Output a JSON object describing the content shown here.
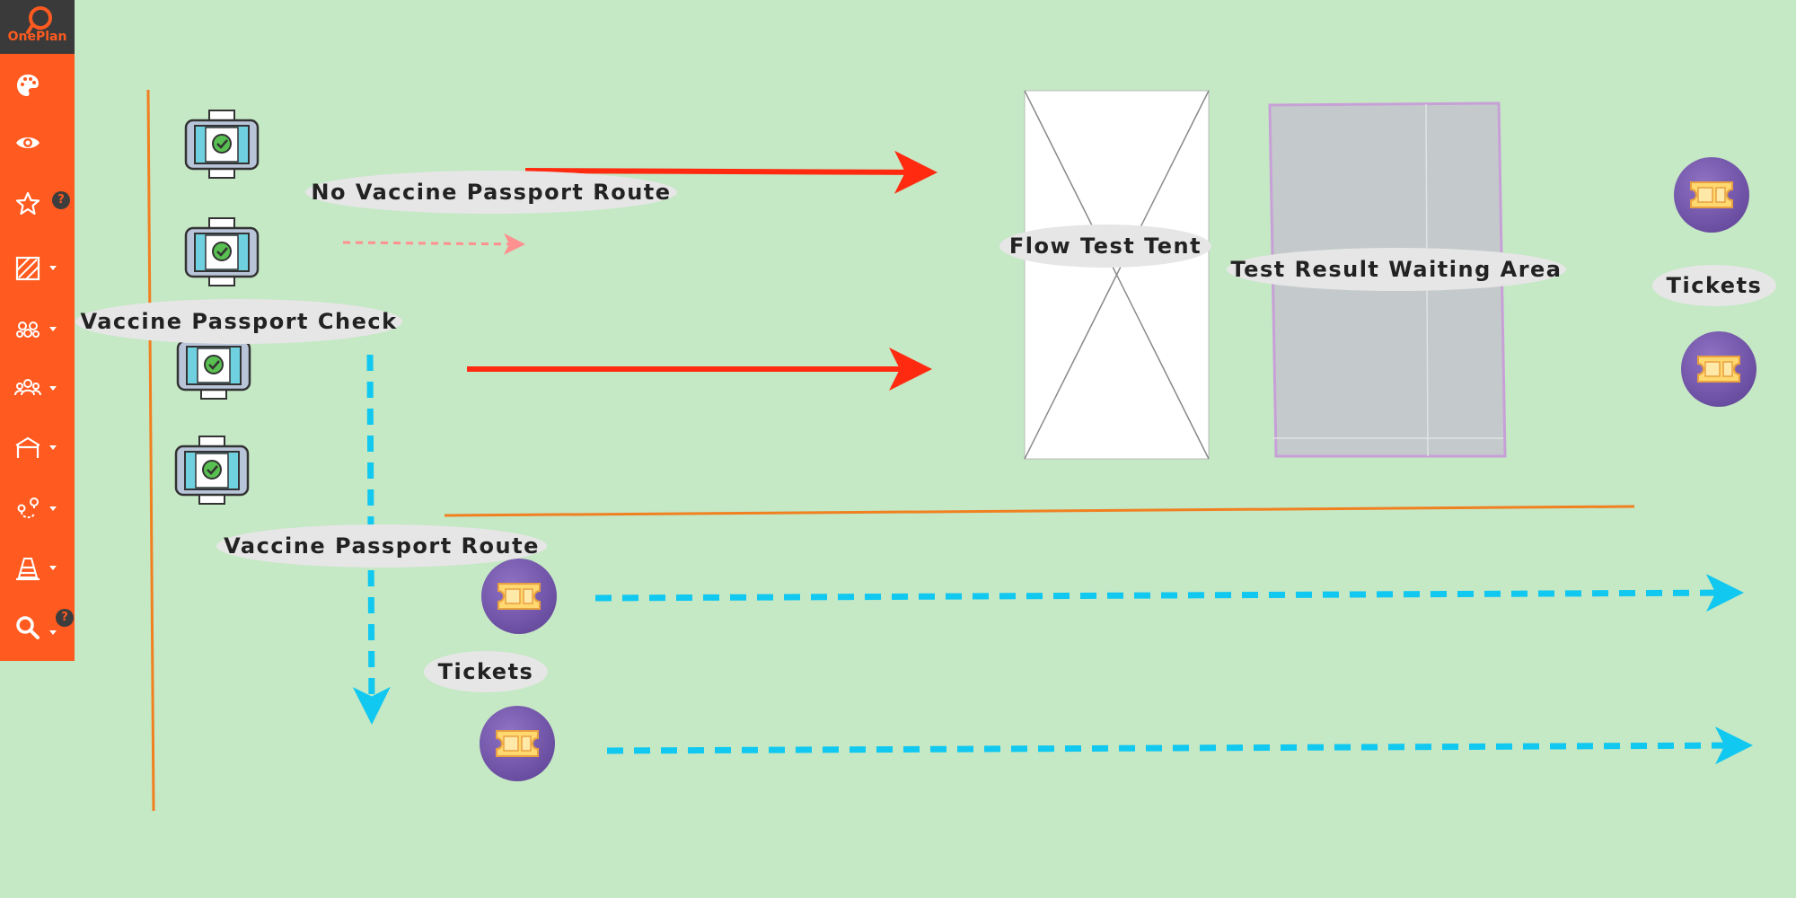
{
  "app": {
    "name": "OnePlan",
    "brand_color": "#ff5a1f",
    "canvas_color": "#c5e8c5"
  },
  "toolbar": {
    "help_badge": "?",
    "tools": [
      {
        "id": "palette",
        "icon": "palette-icon"
      },
      {
        "id": "view",
        "icon": "eye-icon"
      },
      {
        "id": "favourites",
        "icon": "star-icon",
        "help": true
      },
      {
        "id": "drawing",
        "icon": "drawing-icon",
        "dropdown": true
      },
      {
        "id": "crowds",
        "icon": "crowd-icon",
        "dropdown": true
      },
      {
        "id": "people",
        "icon": "people-group-icon",
        "dropdown": true
      },
      {
        "id": "structures",
        "icon": "tent-icon",
        "dropdown": true
      },
      {
        "id": "routes",
        "icon": "route-icon",
        "dropdown": true
      },
      {
        "id": "equipment",
        "icon": "traffic-cone-icon",
        "dropdown": true
      },
      {
        "id": "search",
        "icon": "search-icon",
        "dropdown": true,
        "help": true
      }
    ]
  },
  "map": {
    "labels": {
      "no_vaccine_route": "No Vaccine Passport Route",
      "vaccine_check": "Vaccine Passport Check",
      "vaccine_route": "Vaccine Passport Route",
      "flow_test_tent": "Flow Test Tent",
      "test_result_area": "Test Result Waiting Area",
      "tickets_right": "Tickets",
      "tickets_bottom": "Tickets"
    },
    "colors": {
      "no_vaccine_arrow": "#ff2a10",
      "vaccine_arrow": "#10c8f0",
      "barrier_line": "#f08020",
      "waiting_area_border": "#c8a0d8"
    }
  }
}
